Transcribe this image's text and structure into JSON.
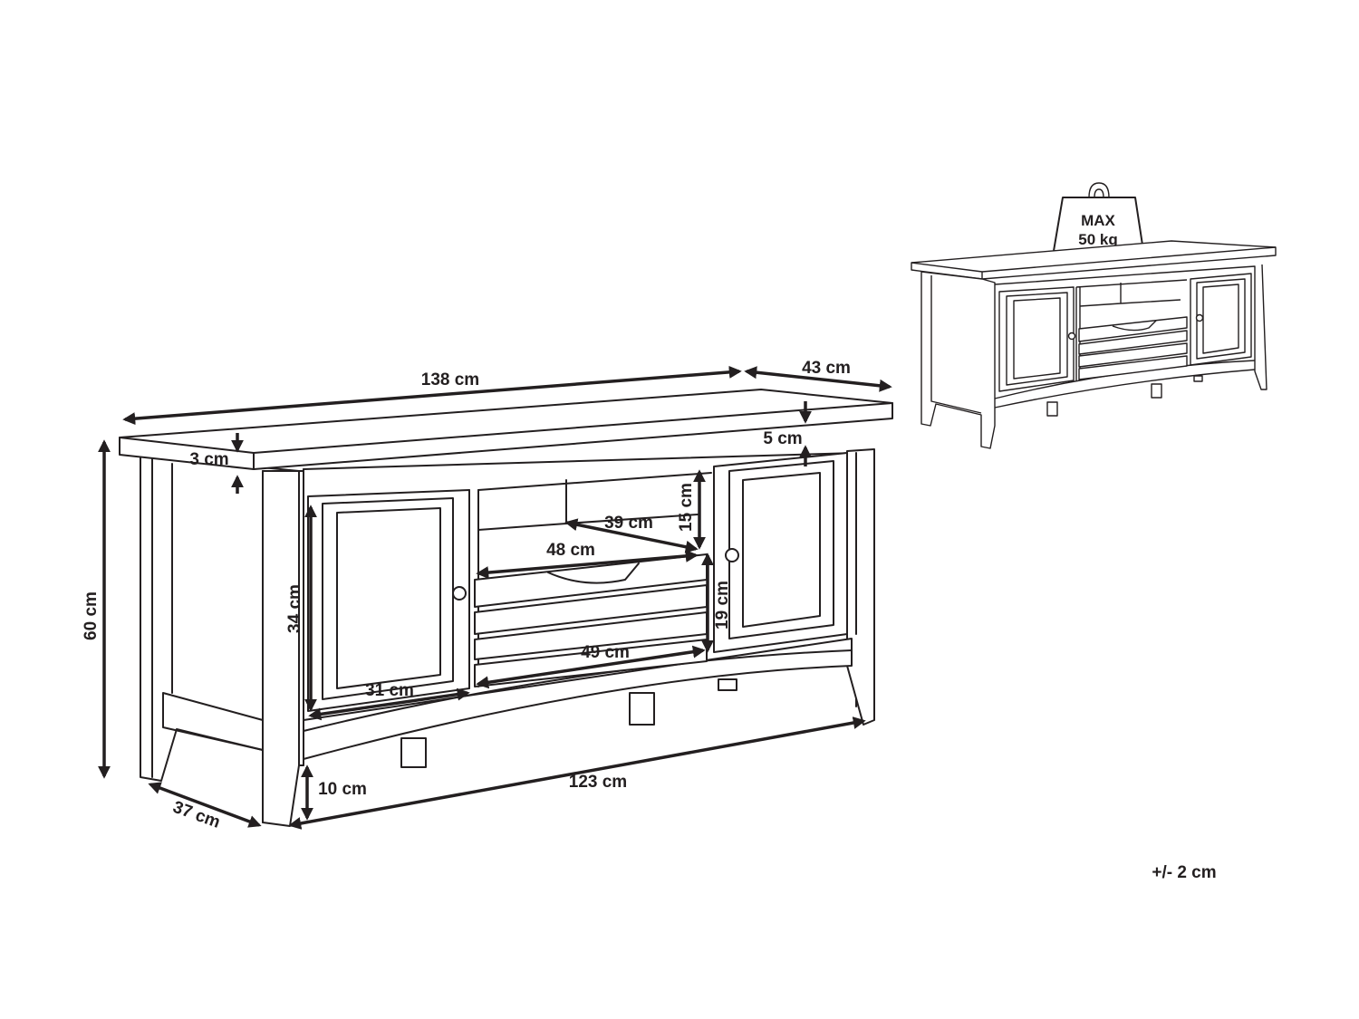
{
  "diagram": {
    "dimensions": {
      "width_total": "138 cm",
      "depth_total": "43 cm",
      "top_thickness": "3 cm",
      "top_overhang": "5 cm",
      "height_total": "60 cm",
      "door_height": "34 cm",
      "shelf_height": "15 cm",
      "shelf_depth": "39 cm",
      "shelf_width": "48 cm",
      "drawer_height": "19 cm",
      "drawer_width": "49 cm",
      "door_width": "31 cm",
      "leg_height": "10 cm",
      "depth_base": "37 cm",
      "width_base": "123 cm"
    },
    "weight": {
      "line1": "MAX",
      "line2": "50 kg"
    },
    "tolerance": "+/- 2 cm"
  }
}
